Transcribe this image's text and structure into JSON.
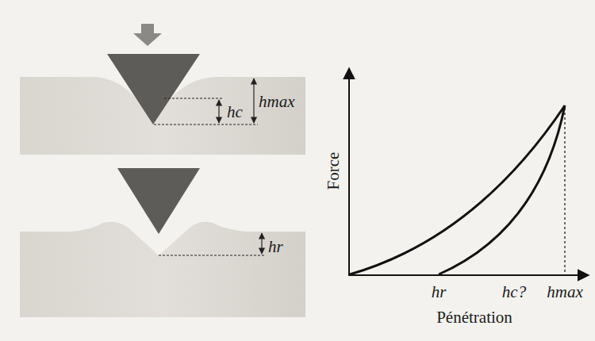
{
  "diagram": {
    "labels": [
      "hc",
      "hmax",
      "hr",
      "Force",
      "Pénétration",
      "hr",
      "hc?",
      "hmax"
    ]
  }
}
